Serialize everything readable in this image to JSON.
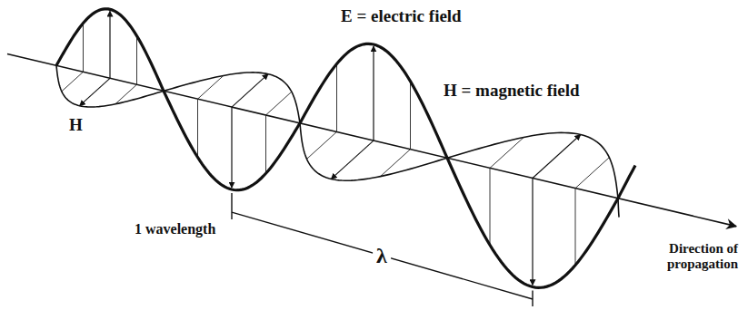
{
  "diagram": {
    "labels": [
      "E = electric field",
      "H = magnetic field",
      "H",
      "1 wavelength",
      "λ",
      "Direction of propagation"
    ]
  }
}
